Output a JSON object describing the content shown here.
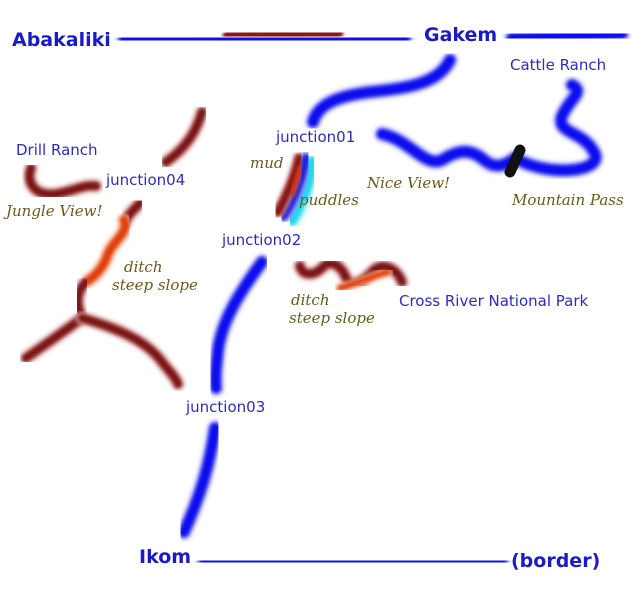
{
  "cities": {
    "abakaliki": "Abakaliki",
    "gakem": "Gakem",
    "ikom": "Ikom",
    "border": "(border)"
  },
  "places": {
    "cattle_ranch": "Cattle Ranch",
    "drill_ranch": "Drill Ranch",
    "cross_river_park": "Cross River National Park"
  },
  "junctions": {
    "j1": "junction01",
    "j2": "junction02",
    "j3": "junction03",
    "j4": "junction04"
  },
  "notes": {
    "mud": "mud",
    "puddles": "puddles",
    "nice_view": "Nice View!",
    "mountain_pass": "Mountain Pass",
    "jungle_view": "Jungle View!",
    "ditch_1": "ditch",
    "steep_slope_1": "steep slope",
    "ditch_2": "ditch",
    "steep_slope_2": "steep slope"
  },
  "colors": {
    "main_road": "#1111ee",
    "dirt_track": "#7a1414",
    "slope_track": "#e04010",
    "puddle_water": "#22d8f0",
    "mountain_pass_marker": "#111111",
    "city_label": "#1a1acd",
    "note_label": "#6a5a1a"
  }
}
